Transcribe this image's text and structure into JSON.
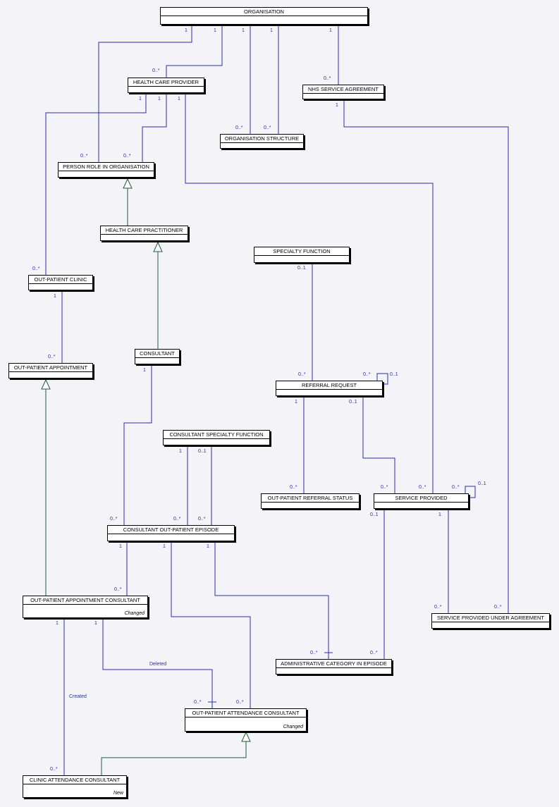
{
  "colors": {
    "association": "#2a2ab0",
    "generalization": "#1f5a3a",
    "box_border": "#000000",
    "background": "#f4f4f8"
  },
  "entities": {
    "organisation": "ORGANISATION",
    "health_care_provider": "HEALTH CARE PROVIDER",
    "nhs_service_agreement": "NHS SERVICE AGREEMENT",
    "organisation_structure": "ORGANISATION STRUCTURE",
    "person_role": "PERSON ROLE IN ORGANISATION",
    "health_care_practitioner": "HEALTH CARE PRACTITIONER",
    "specialty_function": "SPECIALTY FUNCTION",
    "out_patient_clinic": "OUT-PATIENT CLINIC",
    "out_patient_appointment": "OUT-PATIENT APPOINTMENT",
    "consultant": "CONSULTANT",
    "referral_request": "REFERRAL REQUEST",
    "consultant_specialty_function": "CONSULTANT SPECIALTY FUNCTION",
    "out_patient_referral_status": "OUT-PATIENT REFERRAL STATUS",
    "service_provided": "SERVICE PROVIDED",
    "consultant_out_patient_episode": "CONSULTANT OUT-PATIENT EPISODE",
    "out_patient_appointment_consultant": "OUT-PATIENT APPOINTMENT CONSULTANT",
    "service_provided_under_agreement": "SERVICE PROVIDED UNDER AGREEMENT",
    "administrative_category_in_episode": "ADMINISTRATIVE CATEGORY IN EPISODE",
    "out_patient_attendance_consultant": "OUT-PATIENT ATTENDANCE CONSULTANT",
    "clinic_attendance_consultant": "CLINIC ATTENDANCE CONSULTANT"
  },
  "notes": {
    "changed": "Changed",
    "new": "New"
  },
  "multiplicities": {
    "one": "1",
    "many": "0..*",
    "optional": "0..1"
  },
  "link_labels": {
    "deleted": "Deleted",
    "created": "Created"
  }
}
